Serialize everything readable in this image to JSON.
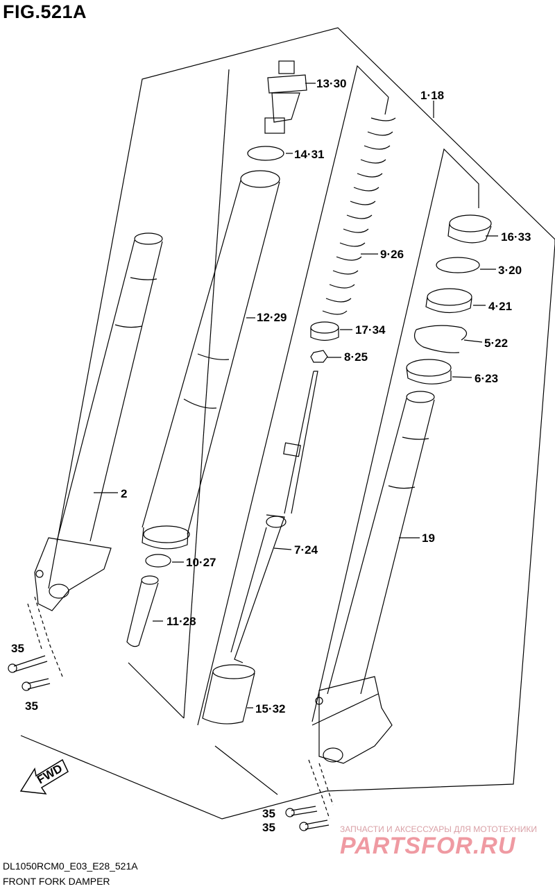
{
  "figure": {
    "title": "FIG.521A",
    "code": "DL1050RCM0_E03_E28_521A",
    "description": "FRONT FORK DAMPER"
  },
  "labels": [
    "13·30",
    "14·31",
    "12·29",
    "1·18",
    "9·26",
    "16·33",
    "3·20",
    "4·21",
    "17·34",
    "5·22",
    "8·25",
    "6·23",
    "2",
    "19",
    "7·24",
    "10·27",
    "11·28",
    "15·32",
    "35",
    "35",
    "35",
    "35"
  ],
  "fwd": "FWD",
  "watermark": {
    "text": "ЗАПЧАСТИ И АКСЕССУАРЫ ДЛЯ МОТОТЕХНИКИ",
    "logo": "PARTSFOR.RU"
  }
}
